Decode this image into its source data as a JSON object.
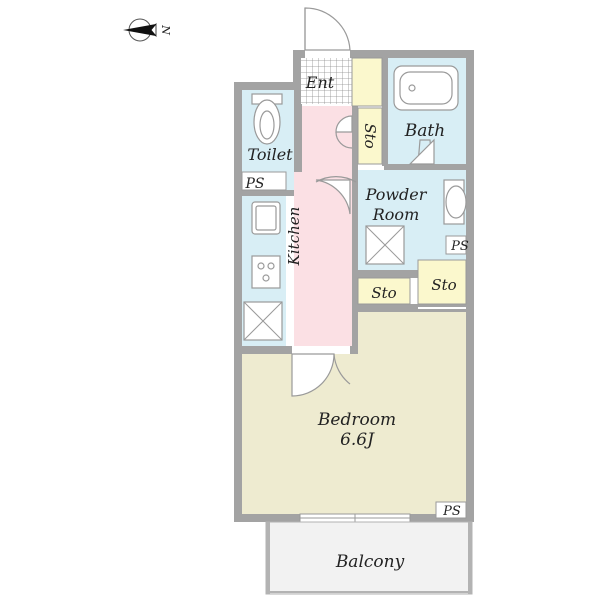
{
  "compass": {
    "north_label": "N",
    "icon": "north-arrow-icon"
  },
  "rooms": {
    "entrance": "Ent",
    "toilet": "Toilet",
    "bath": "Bath",
    "storage_entry": "Sto",
    "ps_left": "PS",
    "kitchen": "Kitchen",
    "powder_room_line1": "Powder",
    "powder_room_line2": "Room",
    "ps_right": "PS",
    "storage_left": "Sto",
    "storage_right": "Sto",
    "bedroom_name": "Bedroom",
    "bedroom_size": "6.6J",
    "ps_bedroom": "PS",
    "balcony": "Balcony"
  },
  "colors": {
    "wall": "#a3a3a3",
    "wet_area": "#d8eef5",
    "kitchen_corridor": "#fbe0e4",
    "storage": "#fbf8cd",
    "bedroom": "#eeebd0",
    "balcony": "#f2f2f2",
    "fixture_stroke": "#9a9a9a"
  }
}
